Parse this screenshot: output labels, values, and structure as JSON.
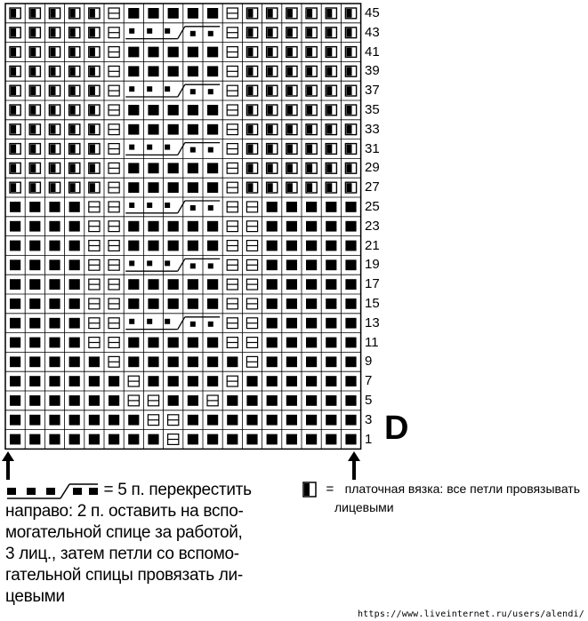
{
  "chart": {
    "rows": 45,
    "cols": 18,
    "row_numbers": [
      "45",
      "43",
      "41",
      "39",
      "37",
      "35",
      "33",
      "31",
      "29",
      "27",
      "25",
      "23",
      "21",
      "19",
      "17",
      "15",
      "13",
      "11",
      "9",
      "7",
      "5",
      "3",
      "1"
    ],
    "title_letter": "D",
    "row_groups": [
      {
        "from": 27,
        "to": 45,
        "cols_outer": "garter",
        "cols_inner": "purl"
      },
      {
        "from": 1,
        "to": 26,
        "cols_outer": "knit",
        "cols_inner": "purl"
      }
    ],
    "cable_rows": [
      13,
      19,
      25,
      31,
      37,
      43
    ]
  },
  "legend": {
    "cable_eq": "= 5 п. перекрестить",
    "cable_desc": "направо: 2 п. оставить на вспо-\nмогательной спице за работой,\n3 лиц., затем петли со вспомо-\nгательной спицы провязать ли-\nцевыми",
    "garter_eq": "=",
    "garter_desc_1": "платочная вязка: все петли провязывать",
    "garter_desc_2": "лицевыми"
  },
  "footer": {
    "url": "https://www.liveinternet.ru/users/alendi/"
  },
  "colors": {
    "ink": "#000000",
    "paper": "#ffffff"
  }
}
